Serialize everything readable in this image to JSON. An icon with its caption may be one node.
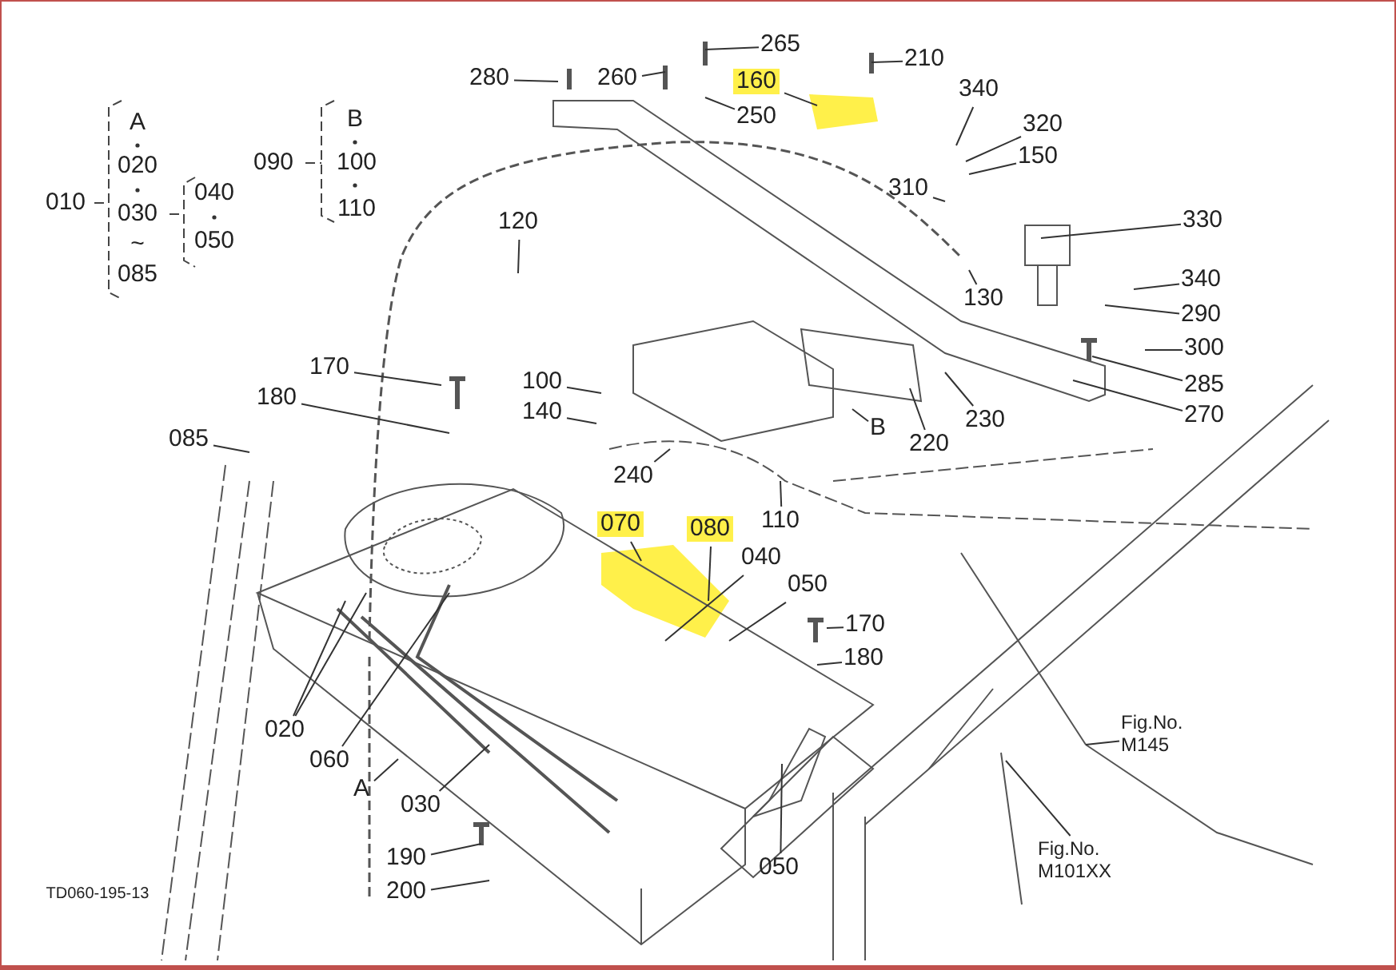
{
  "diagram": {
    "nodes": [
      {
        "text": [
          "280"
        ]
      },
      {
        "text": [
          "260"
        ]
      },
      {
        "text": [
          "265"
        ]
      },
      {
        "text": [
          "250"
        ]
      },
      {
        "text": [
          "160"
        ]
      },
      {
        "text": [
          "210"
        ]
      },
      {
        "text": [
          "340"
        ]
      },
      {
        "text": [
          "320"
        ]
      },
      {
        "text": [
          "150"
        ]
      },
      {
        "text": [
          "310"
        ]
      },
      {
        "text": [
          "330"
        ]
      },
      {
        "text": [
          "130"
        ]
      },
      {
        "text": [
          "120"
        ]
      },
      {
        "text": [
          "170"
        ]
      },
      {
        "text": [
          "180"
        ]
      },
      {
        "text": [
          "100"
        ]
      },
      {
        "text": [
          "140"
        ]
      },
      {
        "text": [
          "085"
        ]
      },
      {
        "text": [
          "B"
        ]
      },
      {
        "text": [
          "220"
        ]
      },
      {
        "text": [
          "230"
        ]
      },
      {
        "text": [
          "340"
        ]
      },
      {
        "text": [
          "290"
        ]
      },
      {
        "text": [
          "300"
        ]
      },
      {
        "text": [
          "285"
        ]
      },
      {
        "text": [
          "270"
        ]
      },
      {
        "text": [
          "240"
        ]
      },
      {
        "text": [
          "110"
        ]
      },
      {
        "text": [
          "070"
        ]
      },
      {
        "text": [
          "080"
        ]
      },
      {
        "text": [
          "040"
        ]
      },
      {
        "text": [
          "050"
        ]
      },
      {
        "text": [
          "170"
        ]
      },
      {
        "text": [
          "180"
        ]
      },
      {
        "text": [
          "020"
        ]
      },
      {
        "text": [
          "060"
        ]
      },
      {
        "text": [
          "A"
        ]
      },
      {
        "text": [
          "030"
        ]
      },
      {
        "text": [
          "190"
        ]
      },
      {
        "text": [
          "200"
        ]
      },
      {
        "text": [
          "050"
        ]
      },
      {
        "text": [
          "Fig.No. M145"
        ]
      },
      {
        "text": [
          "Fig.No. M101XX"
        ]
      }
    ],
    "edges": [
      {
        "from": 0,
        "to": null,
        "arrow": "none"
      },
      {
        "from": 1,
        "to": null,
        "arrow": "none"
      },
      {
        "from": 2,
        "to": null,
        "arrow": "none"
      },
      {
        "from": 3,
        "to": null,
        "arrow": "none"
      },
      {
        "from": 4,
        "to": null,
        "arrow": "none"
      },
      {
        "from": 5,
        "to": null,
        "arrow": "none"
      },
      {
        "from": 6,
        "to": null,
        "arrow": "none"
      },
      {
        "from": 7,
        "to": null,
        "arrow": "none"
      },
      {
        "from": 8,
        "to": null,
        "arrow": "none"
      },
      {
        "from": 9,
        "to": null,
        "arrow": "none"
      },
      {
        "from": 10,
        "to": null,
        "arrow": "none"
      },
      {
        "from": 11,
        "to": null,
        "arrow": "none"
      },
      {
        "from": 12,
        "to": null,
        "arrow": "none"
      },
      {
        "from": 13,
        "to": null,
        "arrow": "none"
      },
      {
        "from": 14,
        "to": null,
        "arrow": "none"
      },
      {
        "from": 15,
        "to": null,
        "arrow": "none"
      },
      {
        "from": 16,
        "to": null,
        "arrow": "none"
      },
      {
        "from": 17,
        "to": null,
        "arrow": "none"
      },
      {
        "from": 18,
        "to": null,
        "arrow": "none"
      },
      {
        "from": 19,
        "to": null,
        "arrow": "none"
      },
      {
        "from": 20,
        "to": null,
        "arrow": "none"
      },
      {
        "from": 21,
        "to": null,
        "arrow": "none"
      },
      {
        "from": 22,
        "to": null,
        "arrow": "none"
      },
      {
        "from": 23,
        "to": null,
        "arrow": "none"
      },
      {
        "from": 24,
        "to": null,
        "arrow": "none"
      },
      {
        "from": 25,
        "to": null,
        "arrow": "none"
      },
      {
        "from": 26,
        "to": null,
        "arrow": "none"
      },
      {
        "from": 27,
        "to": null,
        "arrow": "none"
      },
      {
        "from": 28,
        "to": null,
        "arrow": "none"
      },
      {
        "from": 29,
        "to": null,
        "arrow": "none"
      },
      {
        "from": 30,
        "to": null,
        "arrow": "none"
      },
      {
        "from": 31,
        "to": null,
        "arrow": "none"
      },
      {
        "from": 32,
        "to": null,
        "arrow": "none"
      },
      {
        "from": 33,
        "to": null,
        "arrow": "none"
      },
      {
        "from": 34,
        "to": null,
        "arrow": "none"
      },
      {
        "from": 34,
        "to": null,
        "arrow": "none"
      },
      {
        "from": 35,
        "to": null,
        "arrow": "none"
      },
      {
        "from": 36,
        "to": null,
        "arrow": "none"
      },
      {
        "from": 37,
        "to": null,
        "arrow": "none"
      },
      {
        "from": 38,
        "to": null,
        "arrow": "none"
      },
      {
        "from": 39,
        "to": null,
        "arrow": "none"
      },
      {
        "from": 40,
        "to": null,
        "arrow": "none"
      },
      {
        "from": 41,
        "to": null,
        "arrow": "none"
      },
      {
        "from": 42,
        "to": null,
        "arrow": "none"
      }
    ],
    "labels": [
      "010",
      "A",
      "020",
      "030",
      "~",
      "085",
      "040",
      "050",
      "090",
      "B",
      "100",
      "110",
      "TD060-195-13"
    ]
  }
}
